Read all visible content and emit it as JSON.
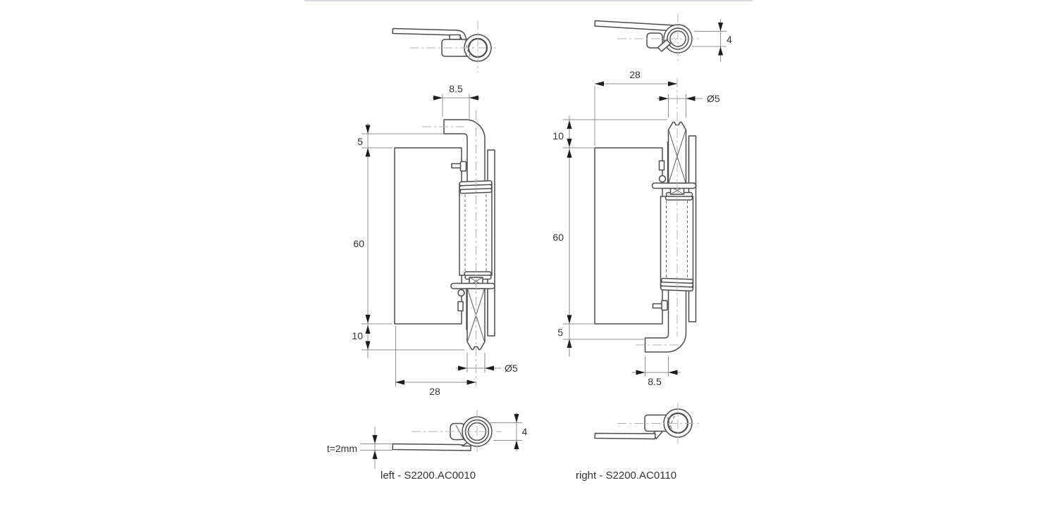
{
  "drawing": {
    "front_left": {
      "dim_pin_offset": "8.5",
      "dim_leaf_offset": "5",
      "dim_plate_height": "60",
      "dim_pin_protrusion": "10",
      "dim_pin_diameter": "Ø5",
      "dim_plate_width": "28"
    },
    "front_right": {
      "dim_plate_width": "28",
      "dim_pin_diameter": "Ø5",
      "dim_pin_protrusion": "10",
      "dim_plate_height": "60",
      "dim_leaf_offset": "5",
      "dim_pin_offset": "8.5"
    },
    "top_right_view": {
      "dim_pin": "4"
    },
    "bottom_left_view": {
      "dim_pin": "4",
      "dim_thickness": "t=2mm"
    },
    "labels": {
      "left_part": "left - S2200.AC0010",
      "right_part": "right - S2200.AC0110"
    }
  }
}
